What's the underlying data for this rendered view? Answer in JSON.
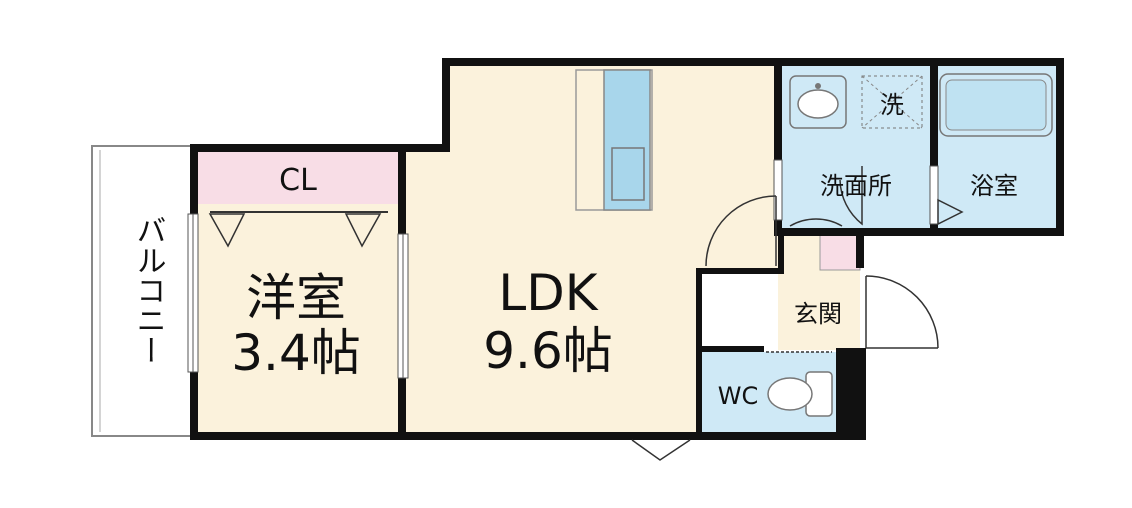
{
  "colors": {
    "wall": "#111111",
    "living_floor": "#fbf2dc",
    "closet": "#f8dde6",
    "wet_area": "#cfe9f6",
    "kitchen_counter": "#a8d6eb",
    "balcony": "#ffffff"
  },
  "rooms": {
    "balcony": {
      "label": "バルコニー"
    },
    "closet": {
      "label": "CL"
    },
    "western_room": {
      "name": "洋室",
      "size": "3.4帖"
    },
    "ldk": {
      "name": "LDK",
      "size": "9.6帖"
    },
    "washroom": {
      "label": "洗面所"
    },
    "laundry": {
      "label": "洗"
    },
    "bathroom": {
      "label": "浴室"
    },
    "entrance": {
      "label": "玄関"
    },
    "toilet": {
      "label": "WC"
    }
  },
  "icons": [
    "washbasin-icon",
    "washing-machine-pan-icon",
    "bathtub-icon",
    "toilet-icon",
    "kitchen-sink-icon"
  ]
}
